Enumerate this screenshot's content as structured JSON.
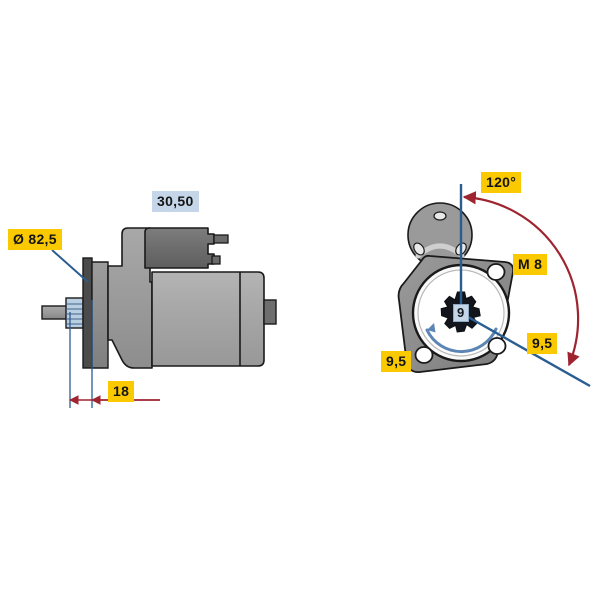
{
  "drawing": {
    "title": "Starter motor technical dimension drawing",
    "background_color": "#ffffff",
    "views": [
      {
        "name": "side-view",
        "description": "Starter motor side elevation with solenoid"
      },
      {
        "name": "end-view",
        "description": "Drive end flange with pinion, front view"
      }
    ]
  },
  "colors": {
    "label_yellow": "#fbc900",
    "label_blue": "#c5d6e8",
    "dimension_red": "#9e2430",
    "dimension_blue": "#2a5d91",
    "body_gray": "#a3a3a3",
    "solenoid_gray": "#6e6e6e",
    "flange_gray": "#8c8c8c",
    "outline_black": "#1a1a1a"
  },
  "callouts": {
    "diameter": {
      "text": "Ø 82,5",
      "style": "yellow",
      "name": "flange-diameter-callout"
    },
    "offset": {
      "text": "18",
      "style": "yellow",
      "name": "pinion-offset-callout"
    },
    "terminal": {
      "text": "30,50",
      "style": "blue",
      "name": "terminal-designation-callout"
    },
    "angle": {
      "text": "120°",
      "style": "yellow",
      "name": "mounting-angle-callout"
    },
    "thread": {
      "text": "M 8",
      "style": "yellow",
      "name": "thread-size-callout"
    },
    "hole_right": {
      "text": "9,5",
      "style": "yellow",
      "name": "bolt-hole-right-callout"
    },
    "hole_left": {
      "text": "9,5",
      "style": "yellow",
      "name": "bolt-hole-left-callout"
    },
    "teeth": {
      "text": "9",
      "style": "blue-small",
      "name": "pinion-teeth-callout"
    }
  }
}
